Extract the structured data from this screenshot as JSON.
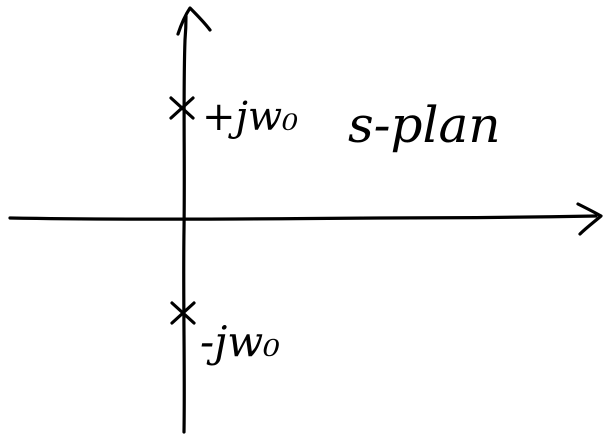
{
  "diagram": {
    "plane_label": "s-plan",
    "upper_pole_label": "+jw₀",
    "lower_pole_label": "-jw₀",
    "colors": {
      "ink": "#000000",
      "background": "#ffffff"
    },
    "icons": {
      "pole_marker": "cross-mark-icon",
      "axis_arrowhead": "arrowhead-icon"
    }
  }
}
